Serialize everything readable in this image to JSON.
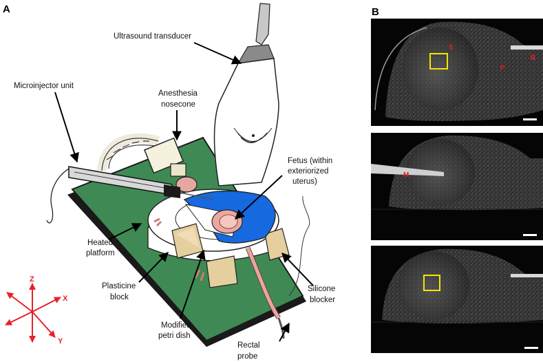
{
  "panels": {
    "a": "A",
    "b": "B"
  },
  "labels": {
    "ultrasound_transducer": "Ultrasound transducer",
    "microinjector_unit": "Microinjector unit",
    "anesthesia_1": "Anesthesia",
    "anesthesia_2": "nosecone",
    "fetus_1": "Fetus (within",
    "fetus_2": "exteriorized",
    "fetus_3": "uterus)",
    "heated_1": "Heated",
    "heated_2": "platform",
    "plasticine_1": "Plasticine",
    "plasticine_2": "block",
    "petri_1": "Modified",
    "petri_2": "petri dish",
    "silicone_1": "Silicone",
    "silicone_2": "blocker",
    "rectal_1": "Rectal",
    "rectal_2": "probe"
  },
  "axes": {
    "z": "Z",
    "x": "X",
    "y": "Y"
  },
  "ultrasound": {
    "s": "S",
    "p": "P",
    "b": "B",
    "m": "M"
  },
  "colors": {
    "platform": "#3f8a54",
    "blocker": "#1769e0",
    "plasticine": "#e6cf9f",
    "axes": "#e8202a",
    "roi_box": "#f3e600",
    "us_text": "#e0201c"
  }
}
